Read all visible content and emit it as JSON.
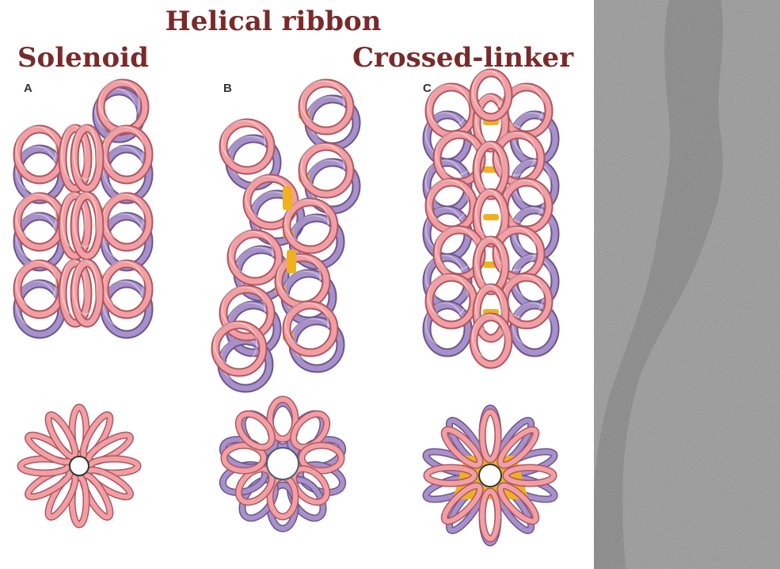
{
  "figure": {
    "title": "Helical ribbon",
    "left_heading": "Solenoid",
    "right_heading": "Crossed-linker",
    "panels": [
      {
        "label": "A",
        "model": "solenoid"
      },
      {
        "label": "B",
        "model": "helical-ribbon"
      },
      {
        "label": "C",
        "model": "crossed-linker"
      }
    ],
    "colors": {
      "heading": "#7a2a2a",
      "front_coil": "#f0a0a4",
      "front_coil_edge": "#b05560",
      "back_coil": "#a890c8",
      "back_coil_edge": "#6a5590",
      "linker": "#f0b020",
      "micrograph_bg": "#8a8a8a"
    }
  }
}
